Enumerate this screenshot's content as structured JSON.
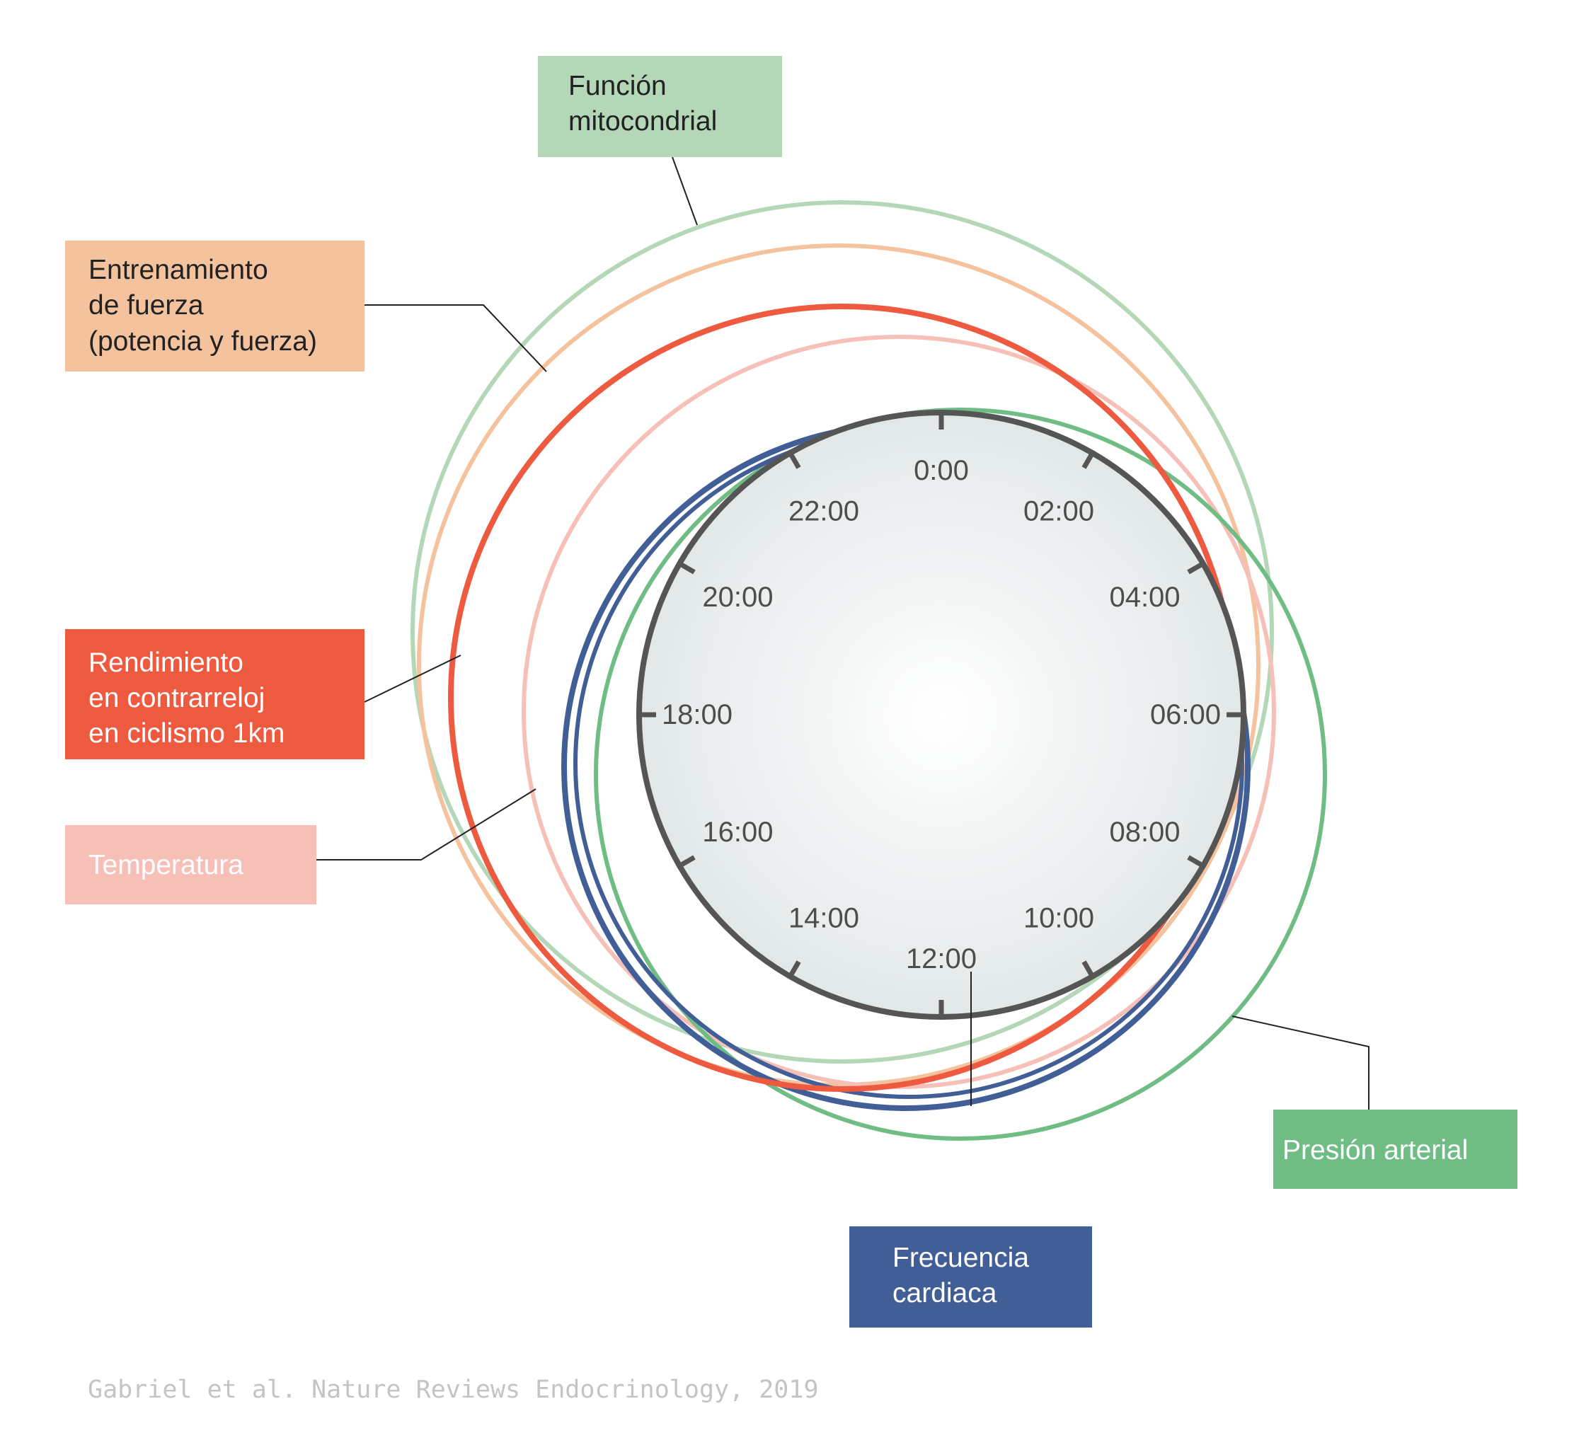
{
  "clock": {
    "labels": [
      "0:00",
      "02:00",
      "04:00",
      "06:00",
      "08:00",
      "10:00",
      "12:00",
      "14:00",
      "16:00",
      "18:00",
      "20:00",
      "22:00"
    ],
    "face_color": "#e4e9e9",
    "rim_color": "#555555"
  },
  "rhythms": [
    {
      "id": "mito",
      "lines": [
        "Función",
        "mitocondrial"
      ],
      "color": "#b3d7b7",
      "text_color": "#222222"
    },
    {
      "id": "fuerza",
      "lines": [
        "Entrenamiento",
        "de fuerza",
        "(potencia y fuerza)"
      ],
      "color": "#f4c39d",
      "text_color": "#222222"
    },
    {
      "id": "ciclo",
      "lines": [
        "Rendimiento",
        "en contrarreloj",
        "en ciclismo 1km"
      ],
      "color": "#ee5a40",
      "text_color": "#ffffff"
    },
    {
      "id": "temp",
      "lines": [
        "Temperatura"
      ],
      "color": "#f6c0b8",
      "text_color": "#ffffff"
    },
    {
      "id": "fc",
      "lines": [
        "Frecuencia",
        "cardiaca"
      ],
      "color": "#415f96",
      "text_color": "#ffffff"
    },
    {
      "id": "pa",
      "lines": [
        "Presión arterial"
      ],
      "color": "#6fbd84",
      "text_color": "#ffffff"
    }
  ],
  "credit": "Gabriel et al. Nature Reviews Endocrinology, 2019"
}
